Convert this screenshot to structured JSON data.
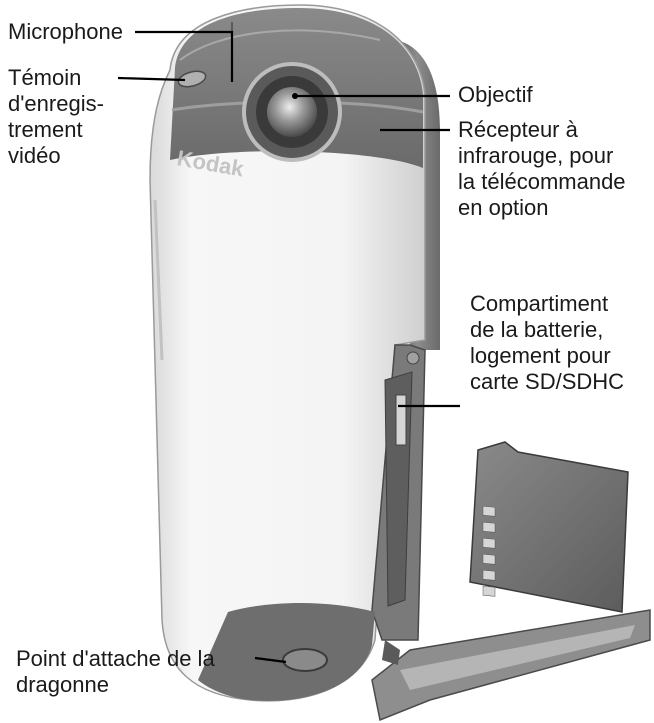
{
  "labels": {
    "microphone": [
      "Microphone"
    ],
    "recording_light": [
      "Témoin",
      "d'enregis-",
      "trement",
      "vidéo"
    ],
    "lens": [
      "Objectif"
    ],
    "ir_receiver": [
      "Récepteur à",
      "infrarouge, pour",
      "la télécommande",
      "en option"
    ],
    "battery": [
      "Compartiment",
      "de la batterie,",
      "logement pour",
      "carte SD/SDHC"
    ],
    "strap": [
      "Point d'attache de la",
      "dragonne"
    ]
  },
  "brand": "Kodak",
  "colors": {
    "body_light": "#f2f2f2",
    "body_shadow": "#c8c8c8",
    "trim_dark": "#6e6e6e",
    "trim_mid": "#8c8c8c",
    "lens_ring": "#3a3a3a",
    "callout_line": "#000000"
  }
}
